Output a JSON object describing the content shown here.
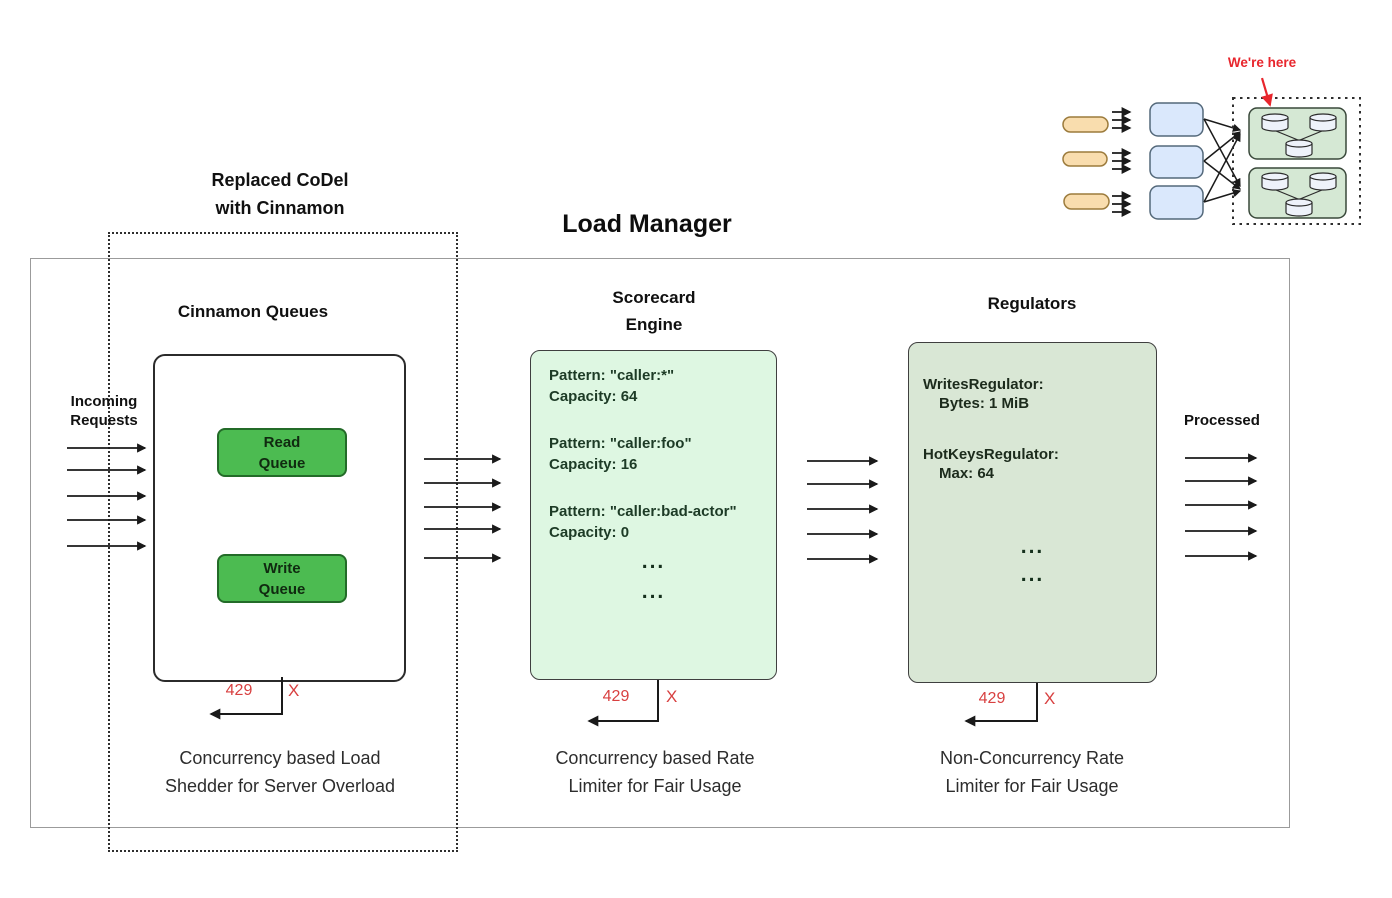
{
  "title": "Load Manager",
  "were_here_label": "We're here",
  "replaced_note": "Replaced CoDel\nwith Cinnamon",
  "incoming_label": "Incoming\nRequests",
  "processed_label": "Processed",
  "cinnamon": {
    "heading": "Cinnamon Queues",
    "read_queue_label": "Read\nQueue",
    "write_queue_label": "Write\nQueue",
    "error_code": "429",
    "error_mark": "X",
    "caption": "Concurrency based Load\nShedder for Server Overload"
  },
  "scorecard": {
    "heading": "Scorecard\nEngine",
    "entries": [
      {
        "pattern": "Pattern: \"caller:*\"",
        "capacity": "Capacity: 64"
      },
      {
        "pattern": "Pattern: \"caller:foo\"",
        "capacity": "Capacity: 16"
      },
      {
        "pattern": "Pattern: \"caller:bad-actor\"",
        "capacity": "Capacity: 0"
      }
    ],
    "ellipsis_1": "...",
    "ellipsis_2": "...",
    "error_code": "429",
    "error_mark": "X",
    "caption": "Concurrency based Rate\nLimiter for Fair Usage"
  },
  "regulators": {
    "heading": "Regulators",
    "entries": [
      {
        "name": "WritesRegulator:",
        "value": "Bytes: 1 MiB"
      },
      {
        "name": "HotKeysRegulator:",
        "value": "Max: 64"
      }
    ],
    "ellipsis_1": "...",
    "ellipsis_2": "...",
    "error_code": "429",
    "error_mark": "X",
    "caption": "Non-Concurrency Rate\nLimiter for Fair Usage"
  },
  "colors": {
    "queue_green": "#4cbb51",
    "scorecard_green": "#def7e2",
    "regulators_green": "#d9e7d5",
    "mini_green": "#d5e8d4",
    "mini_blue": "#dae8fc",
    "mini_orange": "#f9ddae",
    "error_red": "#d84040",
    "annotation_red": "#e8262d"
  }
}
